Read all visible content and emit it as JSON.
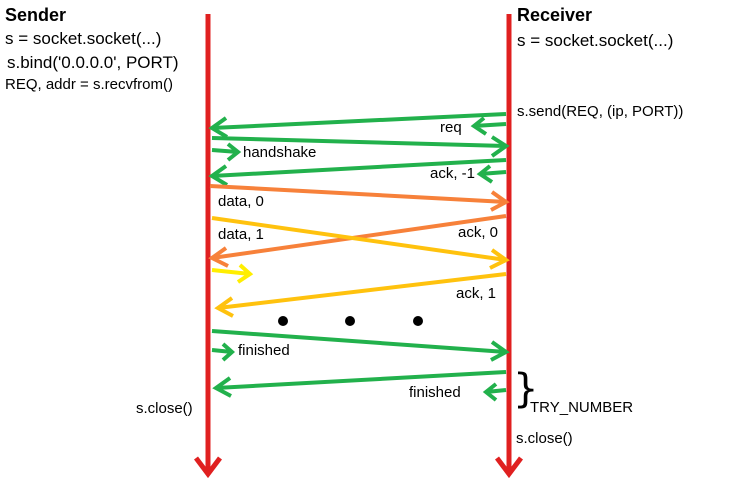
{
  "colors": {
    "timeline": "#e02020",
    "green": "#22b14c",
    "orange": "#f7813a",
    "yellow": "#ffd800",
    "yellow_gold": "#ffc20e",
    "dots": "#000000"
  },
  "sender": {
    "title": "Sender",
    "code": [
      "s = socket.socket(...)",
      "s.bind('0.0.0.0', PORT)",
      "REQ, addr = s.recvfrom()"
    ],
    "close": "s.close()"
  },
  "receiver": {
    "title": "Receiver",
    "code": [
      "s = socket.socket(...)"
    ],
    "send": "s.send(REQ, (ip, PORT))",
    "close": "s.close()"
  },
  "messages": {
    "req": "req",
    "handshake": "handshake",
    "ack_m1": "ack, -1",
    "data0": "data, 0",
    "data1": "data, 1",
    "ack0": "ack, 0",
    "ack1": "ack, 1",
    "finished_send": "finished",
    "finished_recv": "finished",
    "try_number": "TRY_NUMBER"
  },
  "brace_glyph": "}"
}
